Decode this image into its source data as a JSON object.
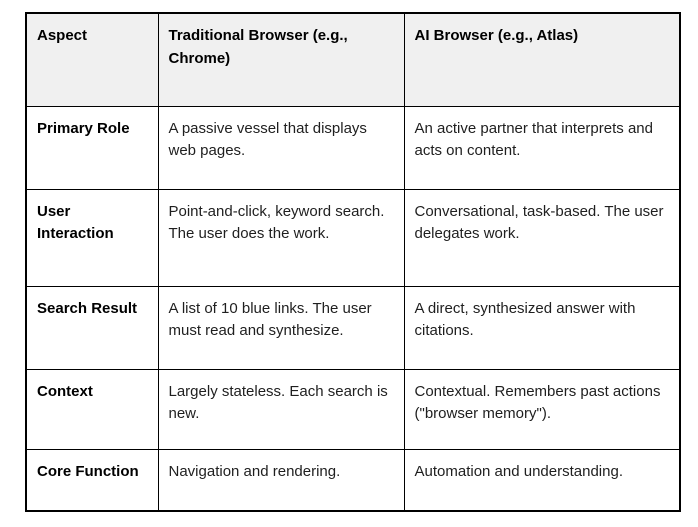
{
  "table": {
    "columns": [
      "Aspect",
      "Traditional Browser (e.g., Chrome)",
      "AI Browser (e.g., Atlas)"
    ],
    "rows": [
      {
        "aspect": "Primary Role",
        "traditional": "A passive vessel that displays web pages.",
        "ai": "An active partner that interprets and acts on content."
      },
      {
        "aspect": "User Interaction",
        "traditional": "Point-and-click, keyword search. The user does the work.",
        "ai": "Conversational, task-based. The user delegates work."
      },
      {
        "aspect": "Search Result",
        "traditional": "A list of 10 blue links. The user must read and synthesize.",
        "ai": "A direct, synthesized answer with citations."
      },
      {
        "aspect": "Context",
        "traditional": "Largely stateless. Each search is new.",
        "ai": "Contextual. Remembers past actions (\"browser memory\")."
      },
      {
        "aspect": "Core Function",
        "traditional": "Navigation and rendering.",
        "ai": "Automation and understanding."
      }
    ],
    "colors": {
      "header_background": "#f0f0f0",
      "body_background": "#ffffff",
      "border": "#000000",
      "header_text": "#000000",
      "body_text": "#1f1f1f"
    }
  }
}
